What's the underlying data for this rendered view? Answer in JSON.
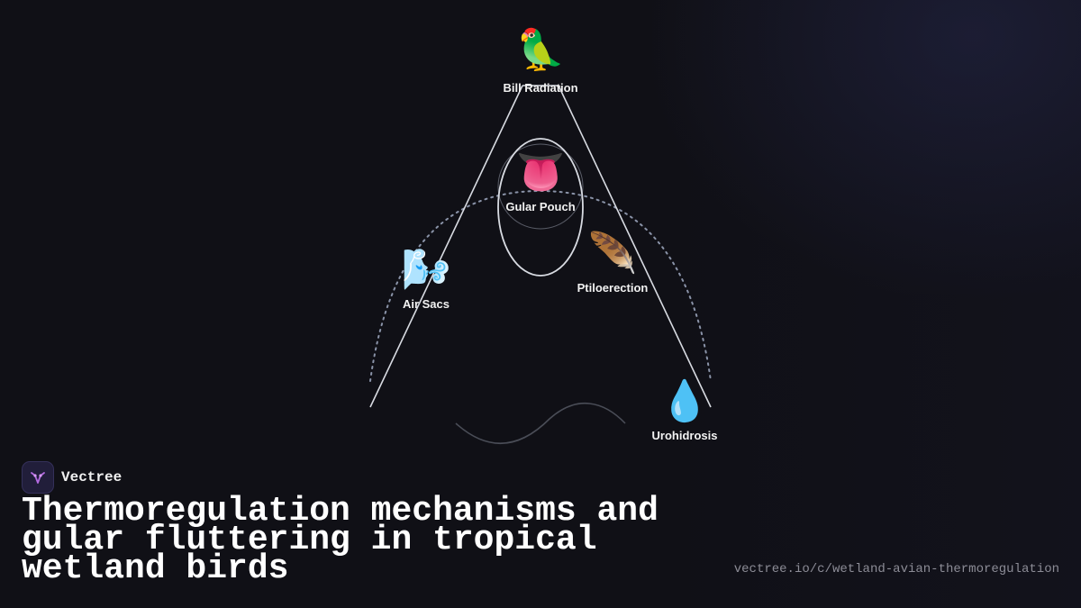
{
  "diagram": {
    "nodes": [
      {
        "id": "bill",
        "emoji": "🦜",
        "icon": "parrot-icon",
        "label": "Bill Radiation"
      },
      {
        "id": "gular",
        "emoji": "👅",
        "icon": "tongue-icon",
        "label": "Gular Pouch"
      },
      {
        "id": "airsacs",
        "emoji": "🌬️",
        "icon": "wind-icon",
        "label": "Air Sacs"
      },
      {
        "id": "ptilo",
        "emoji": "🪶",
        "icon": "feather-icon",
        "label": "Ptiloerection"
      },
      {
        "id": "uro",
        "emoji": "💧",
        "icon": "droplet-icon",
        "label": "Urohidrosis"
      }
    ]
  },
  "brand": {
    "name": "Vectree"
  },
  "title": "Thermoregulation mechanisms and gular fluttering in tropical wetland birds",
  "url": "vectree.io/c/wetland-avian-thermoregulation",
  "colors": {
    "background": "#101016",
    "line": "#d8dbe2",
    "dashed_arc": "#8a93a8",
    "text": "#ffffff"
  }
}
